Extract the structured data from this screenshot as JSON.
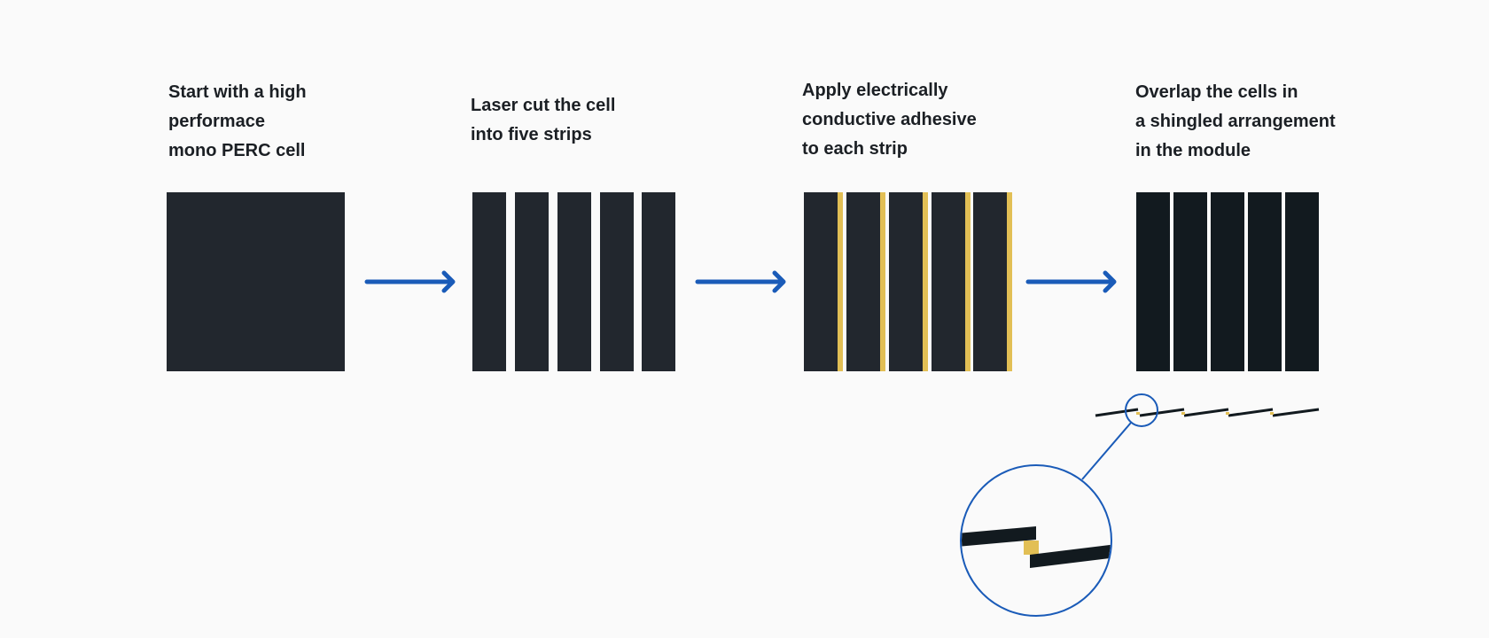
{
  "steps": [
    {
      "lines": [
        "Start with a high",
        "performace",
        "mono PERC cell"
      ],
      "illustration": "full-cell"
    },
    {
      "lines": [
        "Laser cut the cell",
        "into five strips"
      ],
      "illustration": "five-strips"
    },
    {
      "lines": [
        "Apply electrically",
        "conductive adhesive",
        "to each strip"
      ],
      "illustration": "strips-with-adhesive"
    },
    {
      "lines": [
        "Overlap the cells in",
        "a shingled arrangement",
        "in the module"
      ],
      "illustration": "shingled-strips"
    }
  ],
  "strip_count": 5,
  "colors": {
    "background": "#fafafa",
    "cell": "#22272e",
    "cell_dark": "#121a1f",
    "adhesive": "#e2bf55",
    "arrow": "#1a5bb8",
    "text": "#1b1f24"
  }
}
